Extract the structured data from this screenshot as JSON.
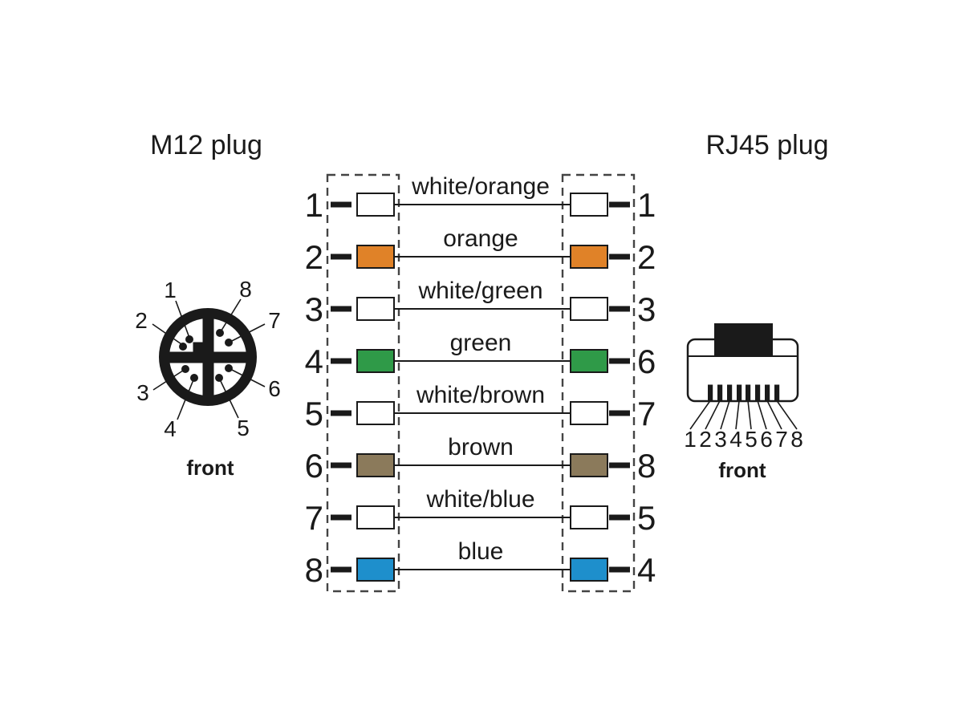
{
  "m12": {
    "title": "M12 plug",
    "front_label": "front",
    "pin_labels": [
      "1",
      "2",
      "3",
      "4",
      "5",
      "6",
      "7",
      "8"
    ]
  },
  "rj45": {
    "title": "RJ45 plug",
    "front_label": "front",
    "pin_labels": [
      "1",
      "2",
      "3",
      "4",
      "5",
      "6",
      "7",
      "8"
    ]
  },
  "wiring": {
    "rows": [
      {
        "left_pin": "1",
        "label": "white/orange",
        "right_pin": "1",
        "color": "#ffffff"
      },
      {
        "left_pin": "2",
        "label": "orange",
        "right_pin": "2",
        "color": "#e08228"
      },
      {
        "left_pin": "3",
        "label": "white/green",
        "right_pin": "3",
        "color": "#ffffff"
      },
      {
        "left_pin": "4",
        "label": "green",
        "right_pin": "6",
        "color": "#2f9a48"
      },
      {
        "left_pin": "5",
        "label": "white/brown",
        "right_pin": "7",
        "color": "#ffffff"
      },
      {
        "left_pin": "6",
        "label": "brown",
        "right_pin": "8",
        "color": "#8b7a5b"
      },
      {
        "left_pin": "7",
        "label": "white/blue",
        "right_pin": "5",
        "color": "#ffffff"
      },
      {
        "left_pin": "8",
        "label": "blue",
        "right_pin": "4",
        "color": "#1e8fcc"
      }
    ]
  },
  "colors": {
    "ink": "#1a1a1a",
    "orange": "#e08228",
    "green": "#2f9a48",
    "brown": "#8b7a5b",
    "blue": "#1e8fcc",
    "white": "#ffffff"
  }
}
